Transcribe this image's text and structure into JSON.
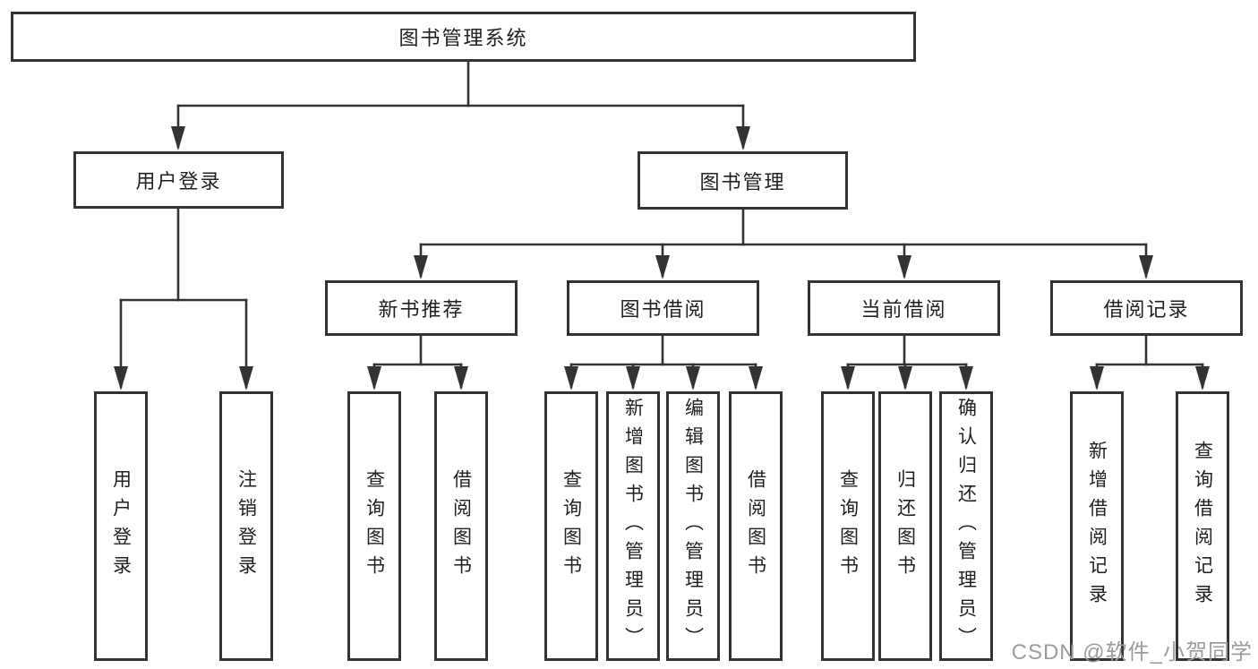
{
  "tree": {
    "root": {
      "label": "图书管理系统"
    },
    "branches": [
      {
        "label": "用户登录",
        "children": [
          {
            "label": "用户登录"
          },
          {
            "label": "注销登录"
          }
        ]
      },
      {
        "label": "图书管理",
        "children": [
          {
            "label": "新书推荐",
            "children": [
              {
                "label": "查询图书"
              },
              {
                "label": "借阅图书"
              }
            ]
          },
          {
            "label": "图书借阅",
            "children": [
              {
                "label": "查询图书"
              },
              {
                "label": "新增图书（管理员）"
              },
              {
                "label": "编辑图书（管理员）"
              },
              {
                "label": "借阅图书"
              }
            ]
          },
          {
            "label": "当前借阅",
            "children": [
              {
                "label": "查询图书"
              },
              {
                "label": "归还图书"
              },
              {
                "label": "确认归还（管理员）"
              }
            ]
          },
          {
            "label": "借阅记录",
            "children": [
              {
                "label": "新增借阅记录"
              },
              {
                "label": "查询借阅记录"
              }
            ]
          }
        ]
      }
    ]
  },
  "watermark": {
    "text": "CSDN @软件_小贺同学"
  },
  "colors": {
    "line": "#333333",
    "text": "#212121",
    "watermark": "#9c9c9c",
    "background": "#ffffff"
  }
}
